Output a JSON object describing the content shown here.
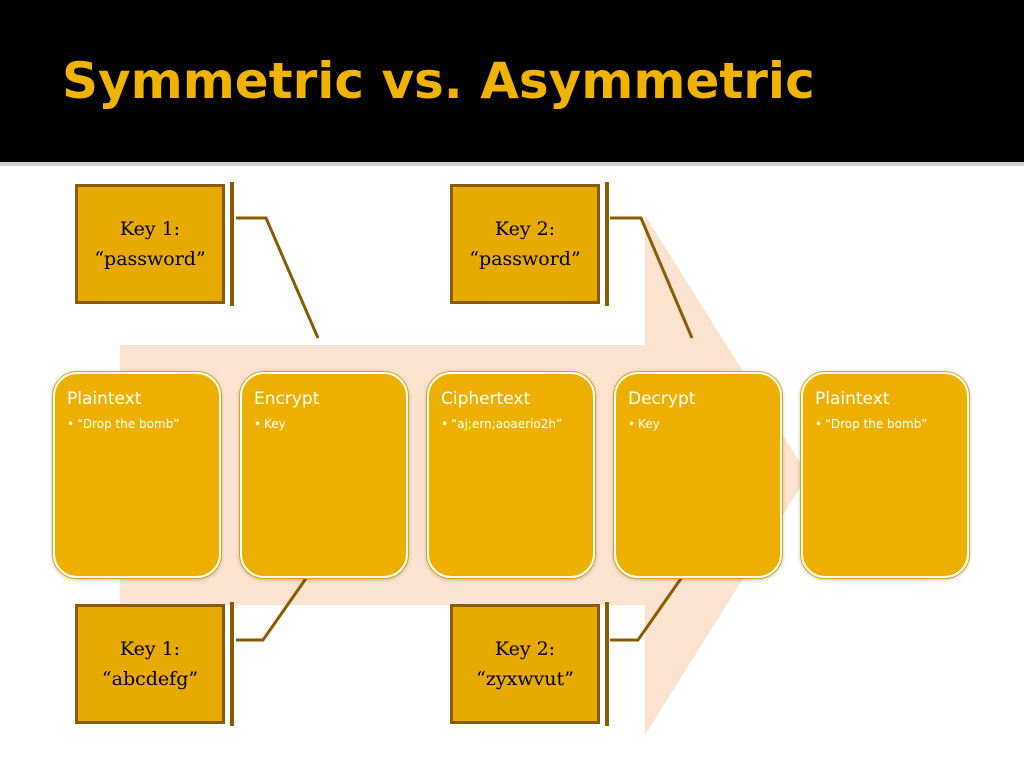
{
  "slide": {
    "title": "Symmetric vs. Asymmetric"
  },
  "stages": [
    {
      "title": "Plaintext",
      "bullet": "“Drop the bomb”"
    },
    {
      "title": "Encrypt",
      "bullet": "Key"
    },
    {
      "title": "Ciphertext",
      "bullet": "“aj;ern;aoaerio2h”"
    },
    {
      "title": "Decrypt",
      "bullet": "Key"
    },
    {
      "title": "Plaintext",
      "bullet": "“Drop the bomb”"
    }
  ],
  "keys": {
    "top": [
      {
        "line1": "Key 1:",
        "line2": "“password”"
      },
      {
        "line1": "Key 2:",
        "line2": "“password”"
      }
    ],
    "bottom": [
      {
        "line1": "Key 1:",
        "line2": "“abcdefg”"
      },
      {
        "line1": "Key 2:",
        "line2": "“zyxwvut”"
      }
    ]
  },
  "colors": {
    "title": "#f0b400",
    "stage_fill": "#eeb000",
    "key_fill": "#e6aa00",
    "key_border": "#8a5b00",
    "arrow_fill": "#fbe3cf"
  }
}
